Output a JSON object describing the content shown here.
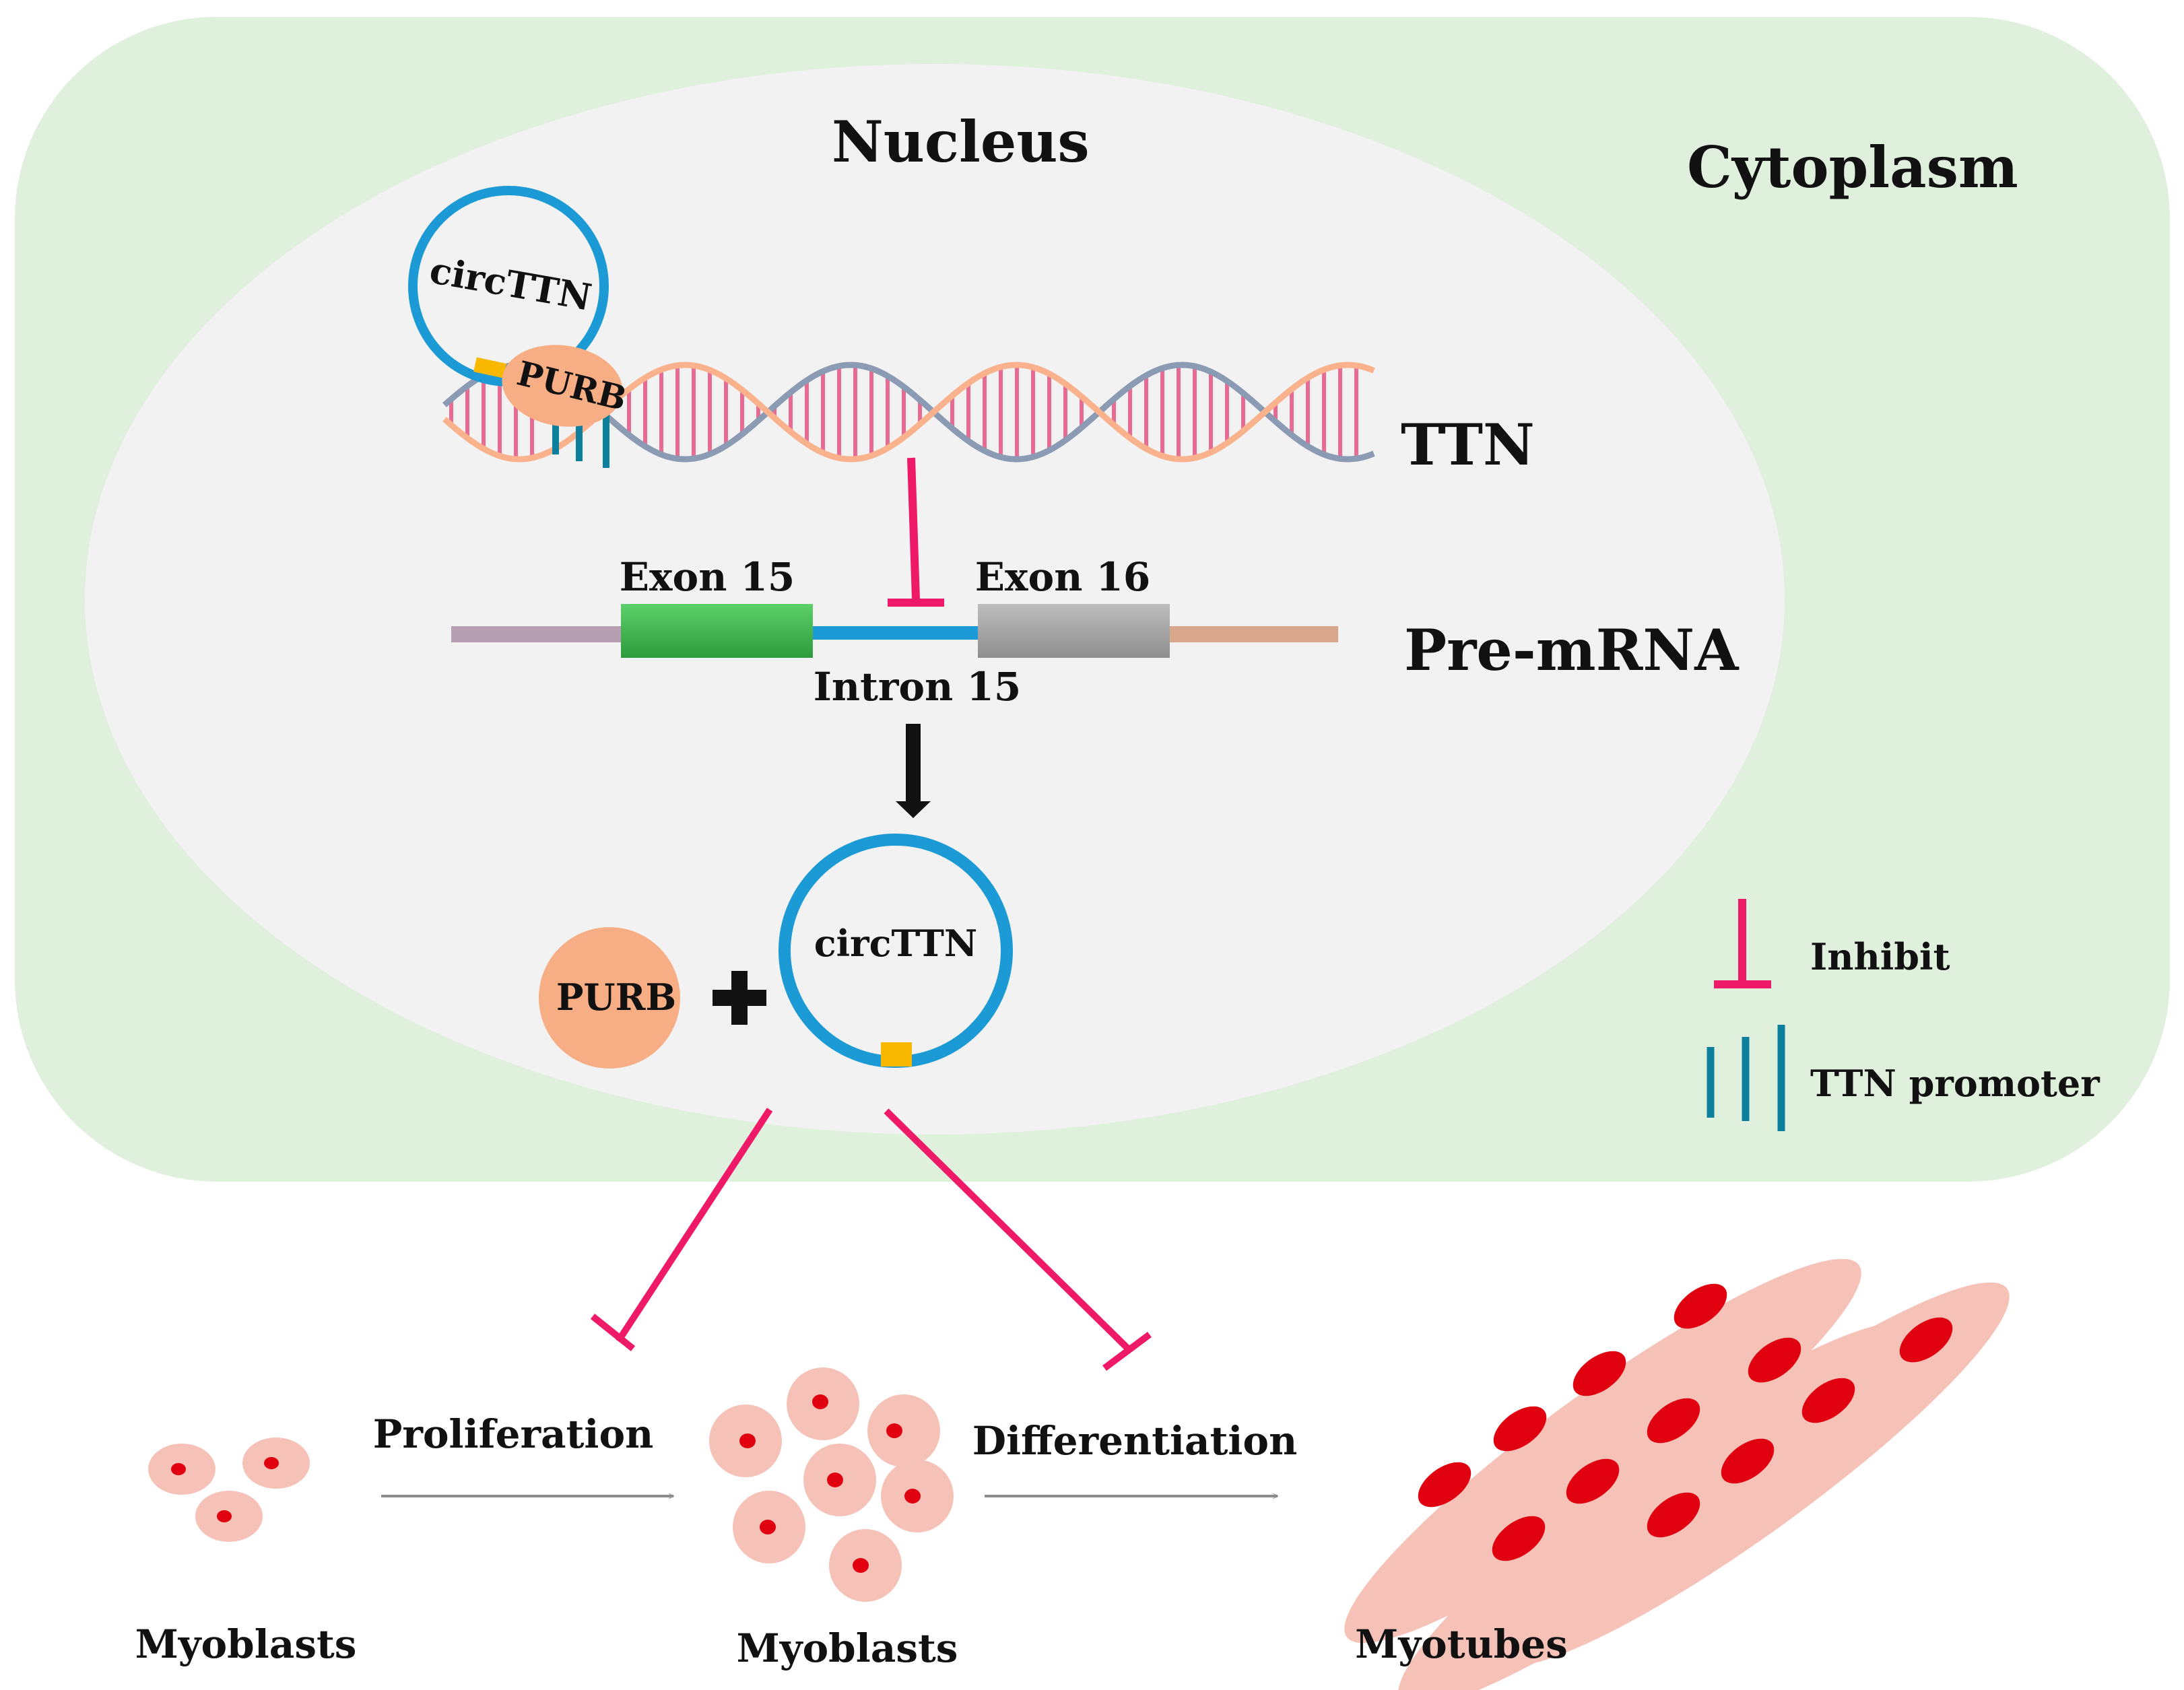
{
  "labels": {
    "nucleus": "Nucleus",
    "cytoplasm": "Cytoplasm",
    "ttn": "TTN",
    "pre_mrna": "Pre-mRNA",
    "exon15": "Exon 15",
    "exon16": "Exon 16",
    "intron15": "Intron 15",
    "circ_top": "circTTN",
    "purb_top": "PURB",
    "circ_bottom": "circTTN",
    "purb_bottom": "PURB",
    "proliferation": "Proliferation",
    "differentiation": "Differentiation",
    "myoblasts_left": "Myoblasts",
    "myoblasts_mid": "Myoblasts",
    "myotubes": "Myotubes"
  },
  "legend": {
    "inhibit": "Inhibit",
    "ttn_promoter": "TTN promoter"
  },
  "colors": {
    "cytoplasm_fill": "#dff0dc",
    "nucleus_fill": "#f2f2f2",
    "circ_ring": "#1b9ad6",
    "purb": "#f8ae84",
    "binding_site": "#f9b800",
    "inhibit": "#ef1a67",
    "promoter": "#0b7f9c",
    "strand_orange": "#f9b28c",
    "strand_grey": "#8a9bb3",
    "rung": "#e96a93",
    "exon15": "#3ab64a",
    "exon16": "#a6a6a6",
    "intron": "#1b9ad6",
    "left_flank": "#b59fb0",
    "right_flank": "#d8a78b",
    "cell": "#f6c2b8",
    "cell_nucleus": "#e0000f",
    "process_arrow": "#8c8c8c"
  }
}
